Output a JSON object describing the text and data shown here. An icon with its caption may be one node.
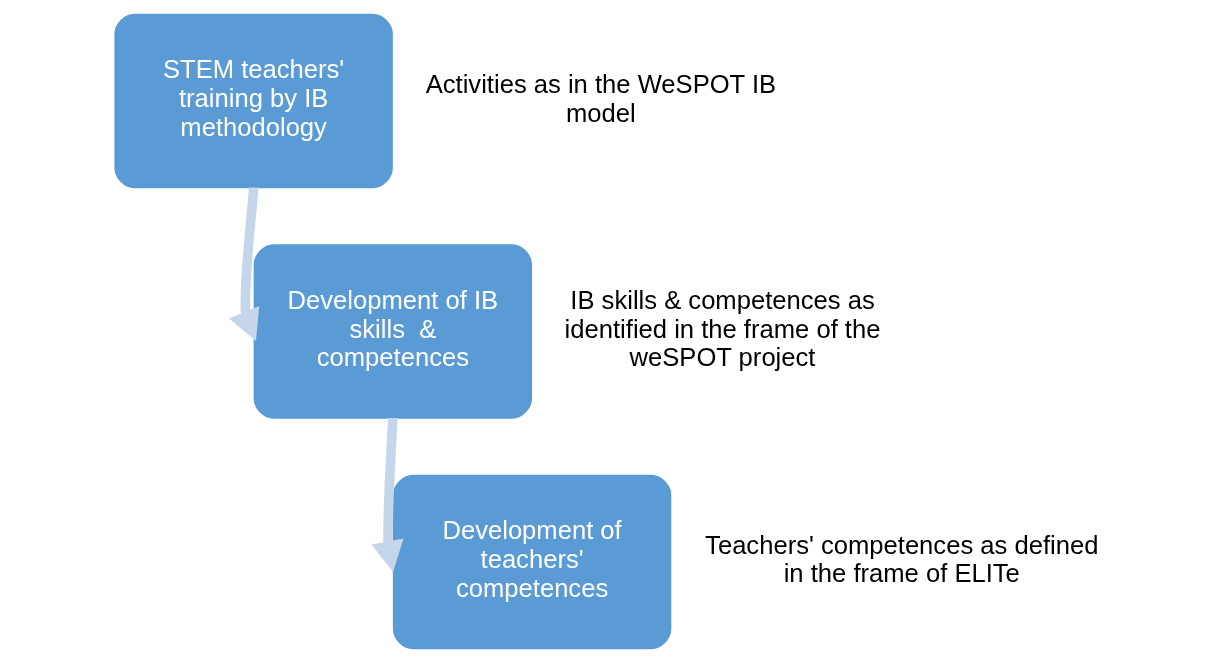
{
  "diagram": {
    "nodes": [
      {
        "text": [
          "STEM teachers' training by IB methodology"
        ],
        "beside": [
          "Activities as in the WeSPOT IB model"
        ]
      },
      {
        "text": [
          "Development of IB skills  & competences"
        ],
        "beside": [
          "IB skills & competences as identified in the frame of the weSPOT project"
        ]
      },
      {
        "text": [
          "Development of teachers' competences"
        ],
        "beside": [
          "Teachers' competences as defined in the frame of ELITe"
        ]
      }
    ],
    "edges": [
      {
        "from": 0,
        "to": 1,
        "arrow": "to"
      },
      {
        "from": 1,
        "to": 2,
        "arrow": "to"
      }
    ]
  }
}
